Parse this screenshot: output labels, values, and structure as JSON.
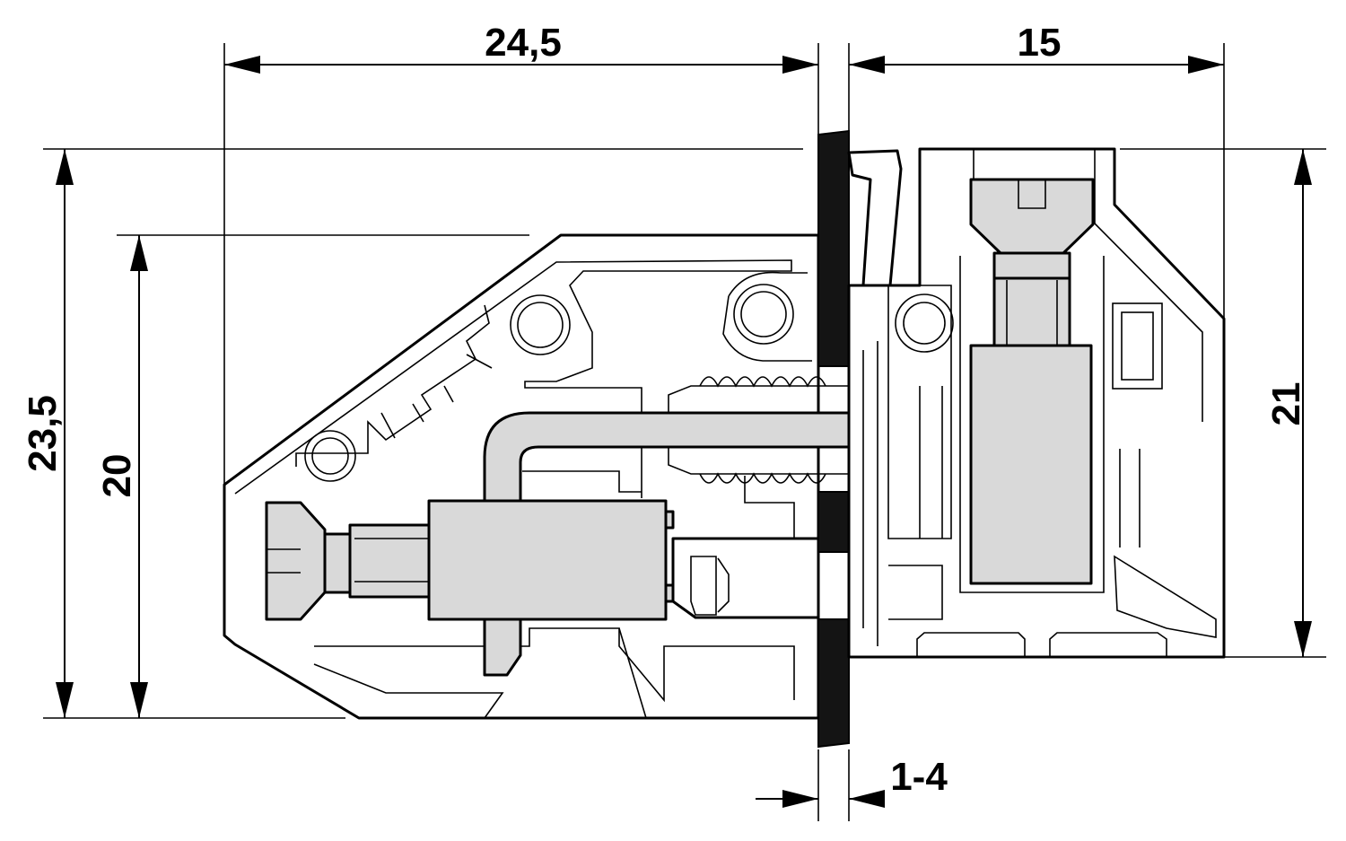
{
  "drawing": {
    "dimensions": {
      "top_left_width": "24,5",
      "top_right_width": "15",
      "left_total_height": "23,5",
      "left_body_height": "20",
      "right_height": "21",
      "panel_thickness": "1-4"
    },
    "colors": {
      "line": "#000000",
      "part_fill": "#d9d9d9",
      "panel": "#141414",
      "background": "#ffffff"
    }
  }
}
